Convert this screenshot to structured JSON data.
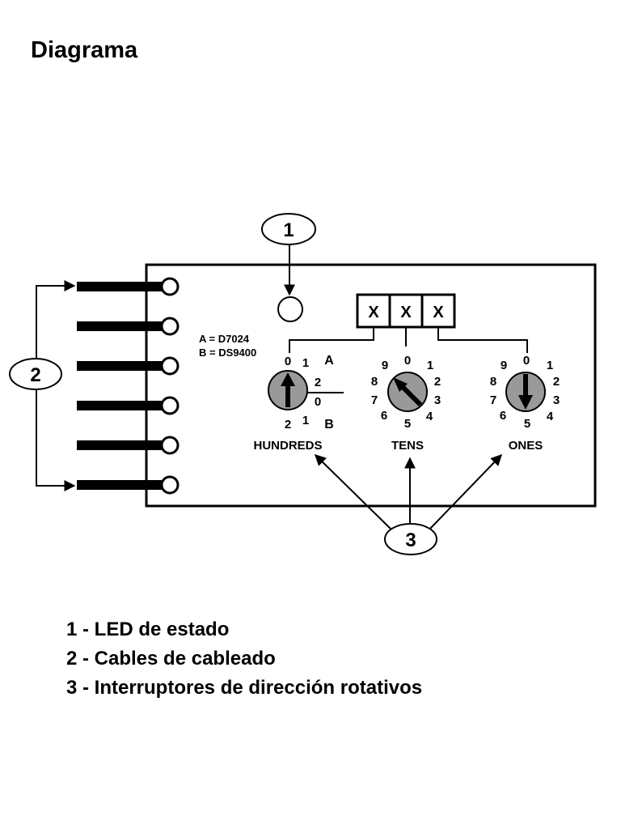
{
  "title": "Diagrama",
  "callouts": {
    "led": "1",
    "wires": "2",
    "switches": "3"
  },
  "board": {
    "address_boxes": [
      "X",
      "X",
      "X"
    ],
    "model_a": "A = D7024",
    "model_b": "B = DS9400",
    "hundreds": {
      "label": "HUNDREDS",
      "digits": [
        "0",
        "1",
        "2",
        "0",
        "2",
        "1"
      ],
      "mode_a": "A",
      "mode_b": "B"
    },
    "tens": {
      "label": "TENS",
      "digits": [
        "0",
        "1",
        "2",
        "3",
        "4",
        "5",
        "6",
        "7",
        "8",
        "9"
      ]
    },
    "ones": {
      "label": "ONES",
      "digits": [
        "0",
        "1",
        "2",
        "3",
        "4",
        "5",
        "6",
        "7",
        "8",
        "9"
      ]
    }
  },
  "legend": {
    "items": [
      "1 - LED de estado",
      "2 - Cables de cableado",
      "3 - Interruptores de dirección rotativos"
    ]
  },
  "colors": {
    "ink": "#000000",
    "dial_fill": "#999999",
    "background": "#ffffff"
  }
}
